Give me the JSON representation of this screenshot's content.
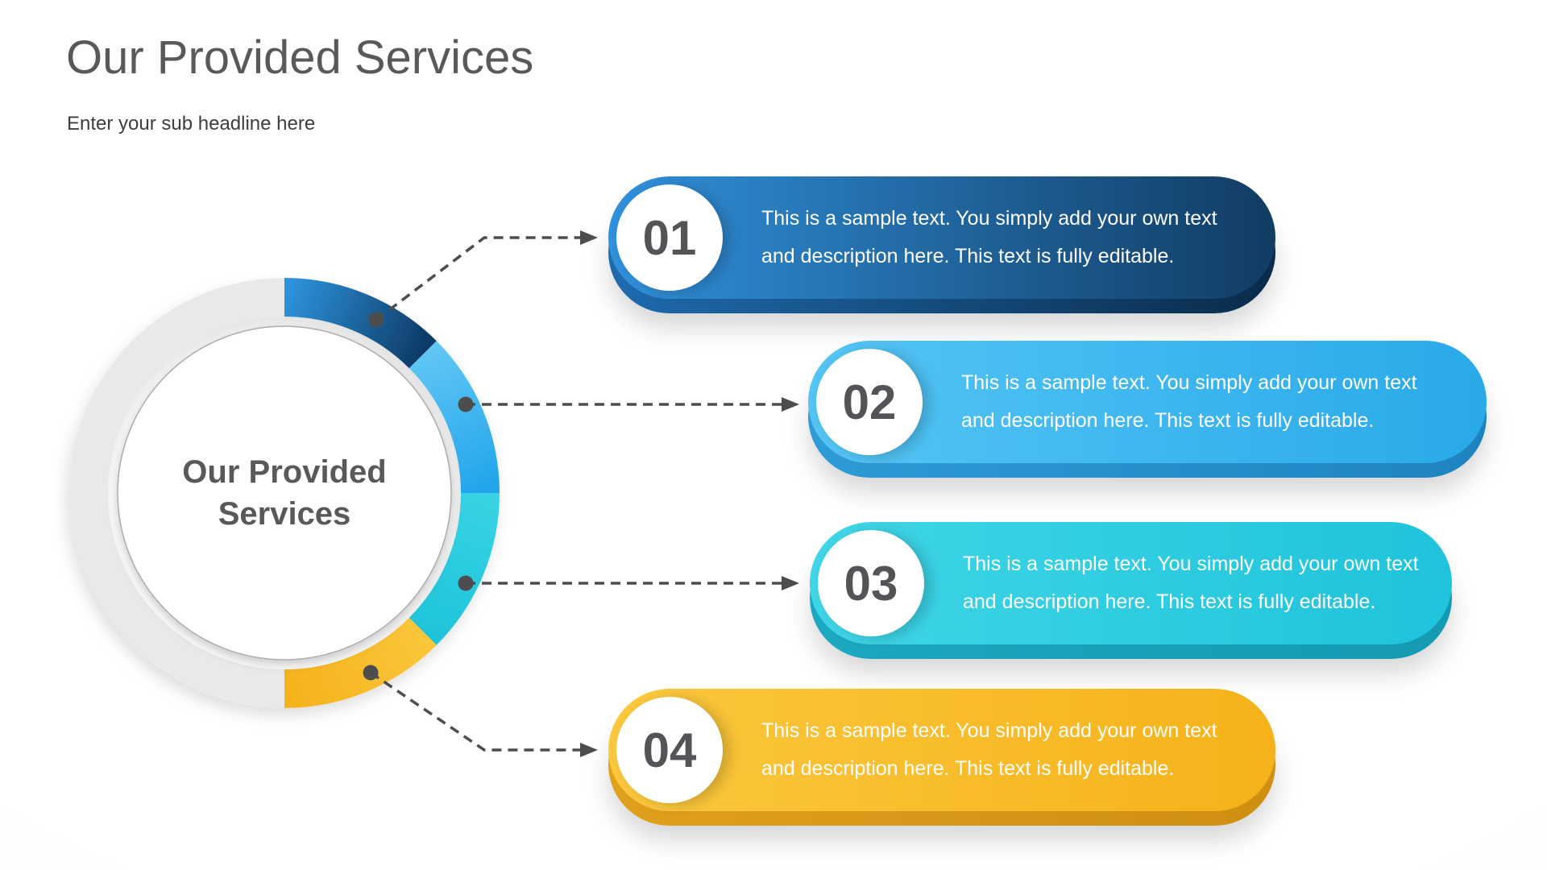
{
  "header": {
    "title": "Our Provided Services",
    "subtitle": "Enter your sub headline here"
  },
  "diagram": {
    "center_label": {
      "line1": "Our Provided",
      "line2": "Services"
    },
    "ring": {
      "inactive_color": "#e9e9ea",
      "segments": [
        {
          "number": "01",
          "color_from": "#2E93DB",
          "color_to": "#0D3A66"
        },
        {
          "number": "02",
          "color_from": "#60C6F4",
          "color_to": "#21A5EB"
        },
        {
          "number": "03",
          "color_from": "#38D3E4",
          "color_to": "#1FC4DB"
        },
        {
          "number": "04",
          "color_from": "#FAC63A",
          "color_to": "#F5B21D"
        }
      ]
    },
    "connector_color": "#4d4d4d"
  },
  "cards": [
    {
      "number": "01",
      "text_line1": "This is a sample text. You simply add your own text",
      "text_line2": "and description here. This text is fully editable.",
      "color_from": "#3191DC",
      "color_to": "#113C63",
      "lip_from": "#1E6BAE",
      "lip_to": "#0A2B4A"
    },
    {
      "number": "02",
      "text_line1": "This is a sample text. You simply add your own text",
      "text_line2": "and description here. This text is fully editable.",
      "color_from": "#55C5F4",
      "color_to": "#29A9E9",
      "lip_from": "#2E9BD6",
      "lip_to": "#1E84C0"
    },
    {
      "number": "03",
      "text_line1": "This is a sample text. You simply add your own text",
      "text_line2": "and description here. This text is fully editable.",
      "color_from": "#40D6E7",
      "color_to": "#1FC3DB",
      "lip_from": "#1BA8C0",
      "lip_to": "#159AB3"
    },
    {
      "number": "04",
      "text_line1": "This is a sample text. You simply add your own text",
      "text_line2": "and description here. This text is fully editable.",
      "color_from": "#FBC83E",
      "color_to": "#F5B21A",
      "lip_from": "#DFA01C",
      "lip_to": "#CE8F12"
    }
  ]
}
